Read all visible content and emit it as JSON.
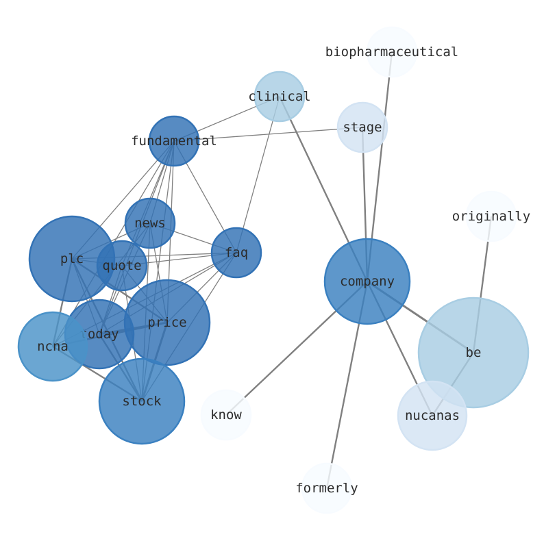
{
  "graph": {
    "nodes": [
      {
        "id": "biopharmaceutical",
        "label": "biopharmaceutical",
        "color": "#f7fbff"
      },
      {
        "id": "clinical",
        "label": "clinical",
        "color": "#a8cde3"
      },
      {
        "id": "stage",
        "label": "stage",
        "color": "#d3e3f3"
      },
      {
        "id": "fundamental",
        "label": "fundamental",
        "color": "#3272b5"
      },
      {
        "id": "originally",
        "label": "originally",
        "color": "#f7fbff"
      },
      {
        "id": "news",
        "label": "news",
        "color": "#3272b5"
      },
      {
        "id": "faq",
        "label": "faq",
        "color": "#3272b5"
      },
      {
        "id": "plc",
        "label": "plc",
        "color": "#3272b5"
      },
      {
        "id": "quote",
        "label": "quote",
        "color": "#3272b5"
      },
      {
        "id": "company",
        "label": "company",
        "color": "#3a80c0"
      },
      {
        "id": "price",
        "label": "price",
        "color": "#3272b5"
      },
      {
        "id": "today",
        "label": "today",
        "color": "#3272b5"
      },
      {
        "id": "ncna",
        "label": "ncna",
        "color": "#4a92c8"
      },
      {
        "id": "be",
        "label": "be",
        "color": "#a8cde3"
      },
      {
        "id": "stock",
        "label": "stock",
        "color": "#3a80c0"
      },
      {
        "id": "nucanas",
        "label": "nucanas",
        "color": "#d3e3f3"
      },
      {
        "id": "know",
        "label": "know",
        "color": "#f7fbff"
      },
      {
        "id": "formerly",
        "label": "formerly",
        "color": "#f7fbff"
      }
    ],
    "edges": [
      [
        "company",
        "clinical",
        2
      ],
      [
        "company",
        "stage",
        2
      ],
      [
        "company",
        "biopharmaceutical",
        2
      ],
      [
        "company",
        "be",
        3
      ],
      [
        "company",
        "nucanas",
        2
      ],
      [
        "company",
        "know",
        2
      ],
      [
        "company",
        "formerly",
        2
      ],
      [
        "be",
        "originally",
        2
      ],
      [
        "be",
        "nucanas",
        2
      ],
      [
        "fundamental",
        "clinical",
        1
      ],
      [
        "fundamental",
        "stage",
        1
      ],
      [
        "clinical",
        "faq",
        1
      ],
      [
        "fundamental",
        "plc",
        1
      ],
      [
        "fundamental",
        "news",
        1
      ],
      [
        "fundamental",
        "quote",
        1
      ],
      [
        "fundamental",
        "today",
        1
      ],
      [
        "fundamental",
        "ncna",
        1
      ],
      [
        "fundamental",
        "price",
        1
      ],
      [
        "fundamental",
        "faq",
        1
      ],
      [
        "fundamental",
        "stock",
        1
      ],
      [
        "news",
        "plc",
        1
      ],
      [
        "news",
        "faq",
        1
      ],
      [
        "news",
        "today",
        1
      ],
      [
        "news",
        "stock",
        1
      ],
      [
        "news",
        "price",
        1
      ],
      [
        "news",
        "ncna",
        1
      ],
      [
        "plc",
        "faq",
        1
      ],
      [
        "plc",
        "quote",
        1
      ],
      [
        "plc",
        "price",
        2
      ],
      [
        "plc",
        "stock",
        2
      ],
      [
        "plc",
        "ncna",
        2
      ],
      [
        "plc",
        "today",
        1
      ],
      [
        "quote",
        "faq",
        1
      ],
      [
        "quote",
        "stock",
        1
      ],
      [
        "quote",
        "today",
        1
      ],
      [
        "quote",
        "price",
        1
      ],
      [
        "faq",
        "today",
        1
      ],
      [
        "faq",
        "ncna",
        1
      ],
      [
        "faq",
        "price",
        1
      ],
      [
        "faq",
        "stock",
        1
      ],
      [
        "price",
        "today",
        3
      ],
      [
        "price",
        "ncna",
        2
      ],
      [
        "price",
        "stock",
        3
      ],
      [
        "ncna",
        "stock",
        2
      ],
      [
        "today",
        "stock",
        2
      ]
    ],
    "edge_color": "#808080"
  }
}
